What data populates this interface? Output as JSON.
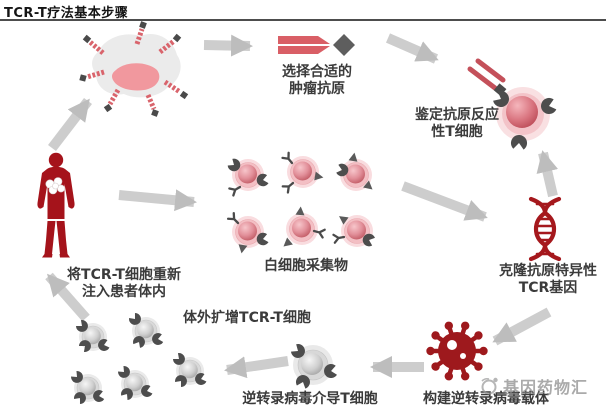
{
  "page": {
    "title": "TCR-T疗法基本步骤"
  },
  "watermark": {
    "text": "基因药物汇"
  },
  "steps": {
    "select_antigen": {
      "line1": "选择合适的",
      "line2": "肿瘤抗原"
    },
    "identify_tcell": {
      "line1": "鉴定抗原反应",
      "line2": "性T细胞"
    },
    "clone_tcr": {
      "line1": "克隆抗原特异性",
      "line2": "TCR基因"
    },
    "build_vector": {
      "label": "构建逆转录病毒载体"
    },
    "transduce": {
      "label": "逆转录病毒介导T细胞"
    },
    "expand": {
      "label": "体外扩增TCR-T细胞"
    },
    "reinject": {
      "line1": "将TCR-T细胞重新",
      "line2": "注入患者体内"
    },
    "apheresis": {
      "label": "白细胞采集物"
    }
  },
  "icons": {
    "tumor-cell-icon": "tumor cell with red antigen spikes",
    "tumor-antigen-icon": "two red antigen bars pointing at dark diamond",
    "t-cell-icon": "pink T cell with dark receptors binding antigen",
    "dna-helix-icon": "dark red DNA double helix",
    "virus-icon": "dark red retrovirus particle",
    "transduced-t-cell-icon": "gray transduced T cell",
    "expanded-t-cells-icon": "cluster of five gray TCR-T cells",
    "leukocyte-cells-icon": "six pink collected white blood cells",
    "patient-icon": "red human body silhouette with cells in chest",
    "watermark-logo-icon": "gray circular logo mark"
  },
  "colors": {
    "dark_red": "#a5131b",
    "virus_red": "#9e191d",
    "antigen_red": "#d95f66",
    "cell_pink": "#f3bfc4",
    "receptor_gray": "#4d4d4d",
    "arrow_gray": "#cccccc",
    "text": "#3b3b3b"
  }
}
